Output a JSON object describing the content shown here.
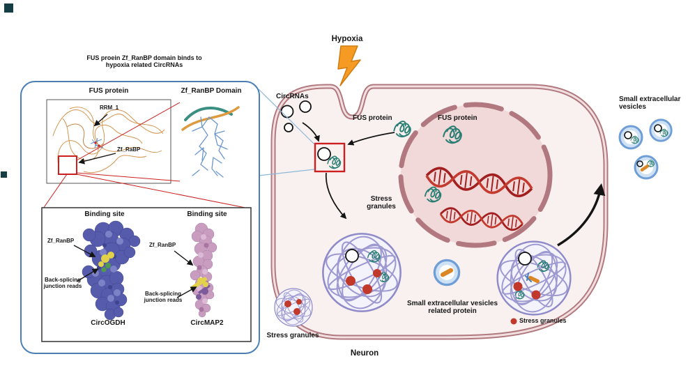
{
  "left_panel": {
    "title_line1": "FUS proein Zf_RanBP domain binds to",
    "title_line2": "hypoxia related CircRNAs",
    "fus_protein": "FUS protein",
    "rrm1": "RRM_1",
    "zf_rabp": "Zf_RaBP",
    "zf_ranbp_domain": "Zf_RanBP Domain",
    "binding_site_left": "Binding site",
    "binding_site_right": "Binding site",
    "zf_ranbp_left": "Zf_RanBP",
    "zf_ranbp_right": "Zf_RanBP",
    "back_splicing_left_line1": "Back-splicing",
    "back_splicing_left_line2": "junction reads",
    "back_splicing_right_line1": "Back-splicing",
    "back_splicing_right_line2": "junction reads",
    "circogdh": "CircOGDH",
    "circmap2": "CircMAP2"
  },
  "cell": {
    "hypoxia": "Hypoxia",
    "circrnas": "CircRNAs",
    "fus_protein_cytoplasm": "FUS protein",
    "fus_protein_nucleus": "FUS protein",
    "stress_granules": "Stress granules",
    "stress_granules_small": "Stress granules",
    "sev_related_line1": "Small extracellular vesicles",
    "sev_related_line2": "related protein",
    "stress_granules_legend": "Stress granules",
    "small_ev_line1": "Small extracellular",
    "small_ev_line2": "vesicles",
    "neuron": "Neuron"
  },
  "colors": {
    "membrane": "#b1797f",
    "cell_fill": "#f9f0f0",
    "nucleus_fill": "#f2d9d9",
    "granule_mesh": "#9d99d1",
    "stress_dot": "#c0392b",
    "fus_teal": "#2a7f74",
    "vesicle_ring": "#6f9ed6",
    "lightning": "#f59a23",
    "dna_red": "#a31f1f",
    "accent_red": "#cc1f1f",
    "callout_box_border": "#4a7fb5",
    "circogdh_blue": "#565cab",
    "circmap2_pink": "#c89dbf"
  }
}
